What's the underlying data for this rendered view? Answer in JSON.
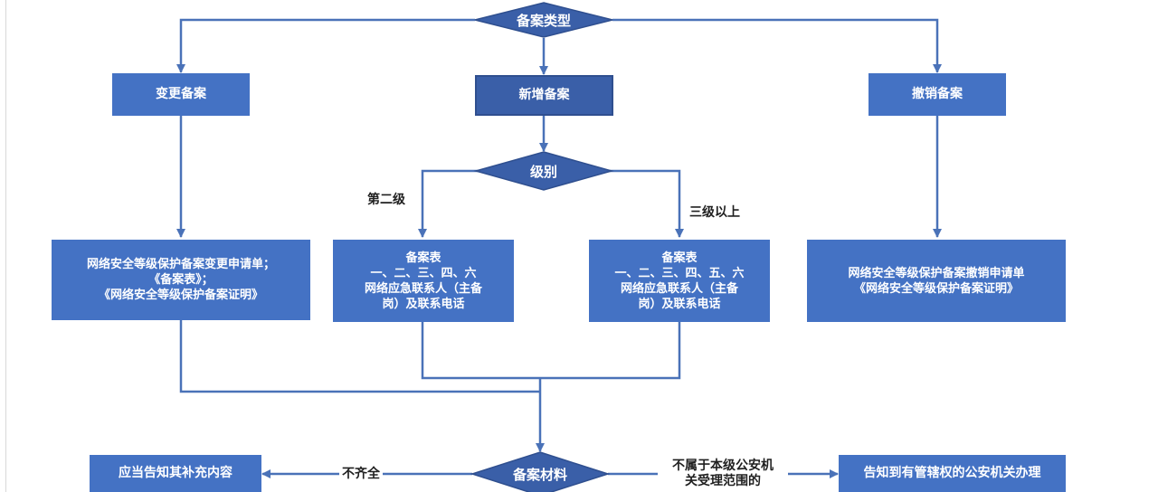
{
  "decisions": {
    "type": "备案类型",
    "level": "级别",
    "materials": "备案材料"
  },
  "boxes": {
    "change": "变更备案",
    "new": "新增备案",
    "cancel": "撤销备案",
    "change_docs": [
      "网络安全等级保护备案变更申请单；",
      "《备案表》；",
      "《网络安全等级保护备案证明》"
    ],
    "level2_docs": [
      "备案表",
      "一、二、三、四、六",
      "网络应急联系人（主备",
      "岗）及联系电话"
    ],
    "level3_docs": [
      "备案表",
      "一、二、三、四、五、六",
      "网络应急联系人（主备",
      "岗）及联系电话"
    ],
    "cancel_docs": [
      "网络安全等级保护备案撤销申请单",
      "《网络安全等级保护备案证明》"
    ],
    "supplement": "应当告知其补充内容",
    "redirect": "告知到有管辖权的公安机关办理"
  },
  "edge_labels": {
    "level2": "第二级",
    "level3": "三级以上",
    "incomplete": "不齐全",
    "not_in_scope": [
      "不属于本级公安机",
      "关受理范围的"
    ]
  },
  "colors": {
    "box_fill": "#4472c4",
    "box_fill_dark": "#3a5fa8",
    "line": "#4a72b8",
    "text_on_box": "#ffffff",
    "label_text": "#1f1f1f"
  }
}
